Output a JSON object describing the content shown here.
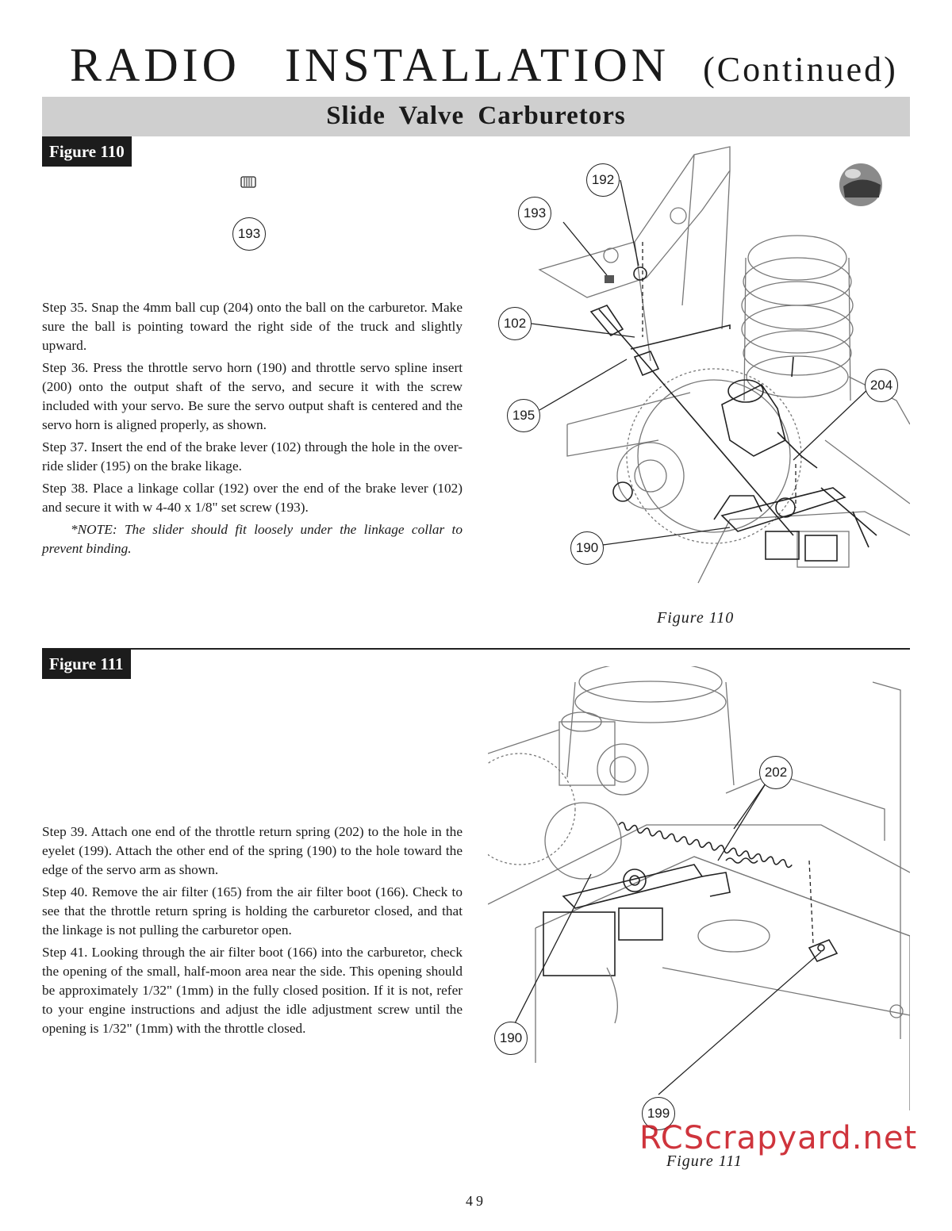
{
  "header": {
    "title": "RADIO  INSTALLATION",
    "title_suffix": "(Continued)",
    "section": "Slide Valve Carburetors"
  },
  "figure110": {
    "tag": "Figure 110",
    "small_callout": "193",
    "steps": [
      "Step 35. Snap the 4mm ball cup (204) onto the ball on the carburetor. Make sure the ball is pointing toward the right side of the truck and slightly upward.",
      "Step 36. Press the throttle servo horn (190) and throttle servo spline insert (200) onto the output shaft of the servo, and secure it with the screw included with your servo. Be sure the servo output shaft is centered and the servo horn is aligned properly, as shown.",
      "Step 37. Insert the end of the brake lever (102) through the hole in the over-ride slider (195) on the brake likage.",
      "Step 38. Place a linkage collar (192) over the end of the brake lever (102) and secure it with w 4-40 x 1/8\" set screw (193)."
    ],
    "note": "*NOTE: The slider should fit loosely under the linkage collar to prevent binding.",
    "callouts": {
      "c192": "192",
      "c193": "193",
      "c102": "102",
      "c195": "195",
      "c204": "204",
      "c190": "190"
    },
    "caption": "Figure 110"
  },
  "figure111": {
    "tag": "Figure 111",
    "steps": [
      "Step 39. Attach one end of the throttle return spring (202) to the hole in the eyelet (199). Attach the other end of the spring (190) to the hole toward the edge of the servo arm as shown.",
      "Step 40. Remove the air filter (165) from the air filter boot (166). Check to see that the throttle return spring is holding the carburetor closed, and that the linkage is not pulling the carburetor open.",
      "Step 41. Looking through the air filter boot (166) into the carburetor, check the opening of the small, half-moon area near the side. This opening should be approximately 1/32\" (1mm) in the fully closed position. If it is not, refer to your engine instructions and adjust the idle adjustment screw until the opening is    1/32\" (1mm) with the throttle closed."
    ],
    "callouts": {
      "c202": "202",
      "c190": "190",
      "c199": "199"
    },
    "caption": "Figure 111"
  },
  "watermark": "RCScrapyard.net",
  "page_number": "49"
}
